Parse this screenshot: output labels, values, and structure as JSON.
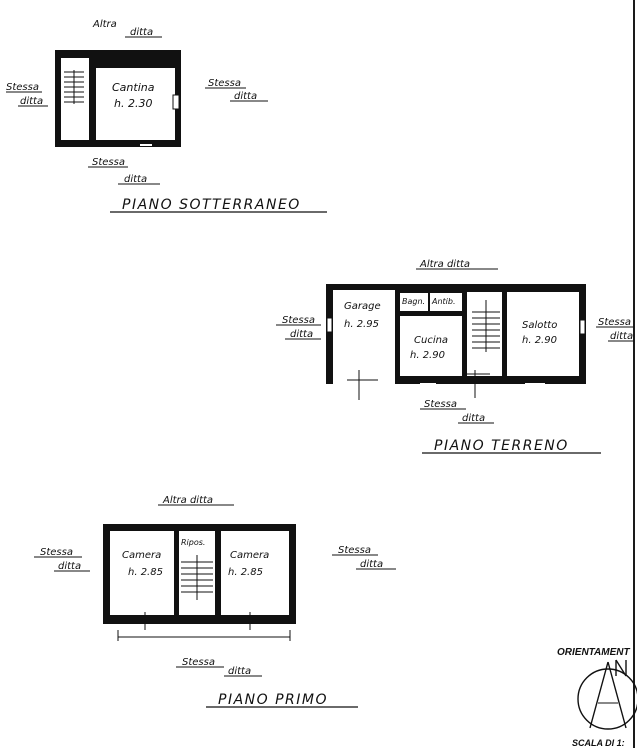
{
  "neighbors": {
    "altra": [
      "Altra",
      "ditta"
    ],
    "stessa": [
      "Stessa",
      "ditta"
    ],
    "altra_ditta": "Altra ditta"
  },
  "basement": {
    "title": "PIANO SOTTERRANEO",
    "room_name": "Cantina",
    "room_height": "h. 2.30"
  },
  "ground": {
    "title": "PIANO TERRENO",
    "rooms": [
      {
        "name": "Garage",
        "height": "h. 2.95"
      },
      {
        "name": "Bagn.",
        "height": ""
      },
      {
        "name": "Antib.",
        "height": ""
      },
      {
        "name": "Cucina",
        "height": "h. 2.90"
      },
      {
        "name": "Salotto",
        "height": "h. 2.90"
      }
    ]
  },
  "first": {
    "title": "PIANO PRIMO",
    "rooms": [
      {
        "name": "Camera",
        "height": "h. 2.85"
      },
      {
        "name": "Ripos.",
        "height": ""
      },
      {
        "name": "Camera",
        "height": "h. 2.85"
      }
    ]
  },
  "legend": {
    "orientation": "ORIENTAMENT",
    "scale": "SCALA DI 1:"
  },
  "colors": {
    "ink": "#111111",
    "paper": "#ffffff"
  }
}
